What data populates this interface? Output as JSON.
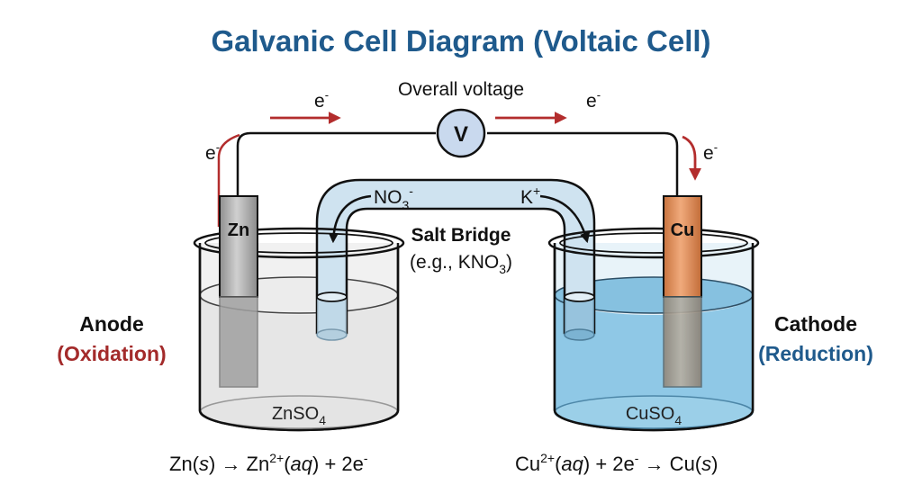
{
  "title": "Galvanic Cell Diagram (Voltaic Cell)",
  "voltmeter": {
    "caption": "Overall voltage",
    "symbol": "V"
  },
  "electron_flow": {
    "label": "e",
    "charge": "-"
  },
  "salt_bridge": {
    "title": "Salt Bridge",
    "example_prefix": "(e.g., KNO",
    "example_sub": "3",
    "example_suffix": ")",
    "anion": "NO",
    "anion_sub": "3",
    "anion_charge": "-",
    "cation": "K",
    "cation_charge": "+"
  },
  "anode": {
    "electrode": "Zn",
    "label": "Anode",
    "process": "(Oxidation)",
    "solution": "ZnSO",
    "solution_sub": "4",
    "equation": {
      "p1": "Zn(",
      "p1i": "s",
      "p2": ") → Zn",
      "sup": "2+",
      "p3": "(",
      "p3i": "aq",
      "p4": ") + 2e",
      "sup2": "-"
    }
  },
  "cathode": {
    "electrode": "Cu",
    "label": "Cathode",
    "process": "(Reduction)",
    "solution": "CuSO",
    "solution_sub": "4",
    "equation": {
      "p1": "Cu",
      "sup": "2+",
      "p2": "(",
      "p2i": "aq",
      "p3": ") + 2e",
      "sup2": "-",
      "p4": " → Cu(",
      "p4i": "s",
      "p5": ")"
    }
  },
  "colors": {
    "title": "#1f5a8c",
    "oxidation": "#a32a2a",
    "reduction": "#1f5a8c",
    "arrow": "#b32d2d",
    "zinc_solution": "#e6e6e6",
    "copper_solution": "#8fc8e6",
    "copper_electrode": "#d98a55",
    "zinc_electrode": "#a8a8a8",
    "salt_bridge": "#cfe3f0",
    "voltmeter": "#c9d9ee"
  }
}
